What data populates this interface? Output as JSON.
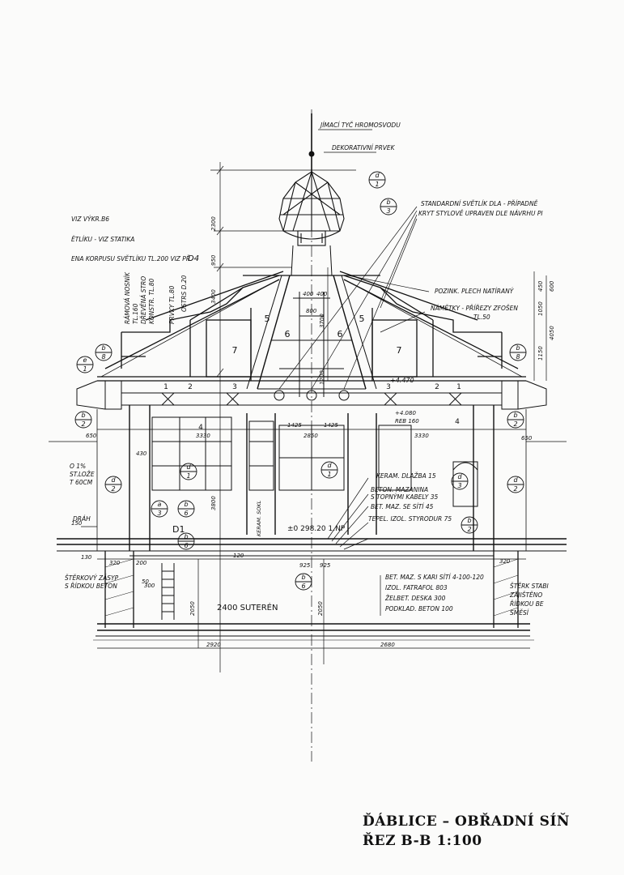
{
  "title": {
    "line1": "ĎÁBLICE – OBŘADNÍ SÍŇ",
    "line2": "ŘEZ B-B   1:100"
  },
  "left_notes": [
    "VIZ VÝKR.B6",
    "ĚTLÍKU - VIZ STATIKA",
    "ENA KORPUSU SVĚTLÍKU TL.200 VIZ PŘ.",
    "D4"
  ],
  "callouts": {
    "lightning_rod": "JÍMACÍ TYČ HROMOSVODU",
    "decorative": "DEKORATIVNÍ PRVEK",
    "skylight_1": "STANDARDNÍ SVĚTLÍK DLA - PŘÍPADNĚ",
    "skylight_2": "KRYT STYLOVĚ UPRAVEN DLE NÁVRHU PI",
    "sheet_metal": "POZINK. PLECH NATÍRANÝ",
    "rafters_1": "NÁMĚTKY - PŘÍŘEZY ZFOŠEN",
    "rafters_2": "TL.50",
    "beam_1": "RÁMOVÁ NOSNÍK",
    "beam_2": "TL.160",
    "beam_3": "DŘEVĚNÁ STRO",
    "beam_4": "KONSTR. TL.80",
    "beam_5": "PRVKY TL.80",
    "beam_6": "OSTRS D.20"
  },
  "floor_layers": [
    "KERAM. DLAŽBA 15",
    "BETON. MAZANINA",
    "S TOPNÝMI KABELY 35",
    "BET. MAZ. SE SÍTÍ 45",
    "TEPEL. IZOL. STYRODUR 75"
  ],
  "basement_layers": [
    "BET. MAZ. S KARI SÍTÍ 4-100-120",
    "IZOL. FATRAFOL 803",
    "ŽELBET. DESKA     300",
    "PODKLAD. BETON 100"
  ],
  "right_note": [
    "ŠTĚRK STABI",
    "ZAJIŠTĚNO",
    "ŘÍDKOU BE",
    "SMĚSÍ"
  ],
  "left_side_notes": [
    "ŠTĚRKOVÝ ZÁSYP",
    "S ŘÍDKOU BETON",
    "O 1%",
    "ST.LOŽE",
    "T 60CM",
    "DRÁH"
  ],
  "labels": {
    "np_level": "±0   298.20   1.NP",
    "suteren": "2400 SUTERÉN",
    "door_d1": "D1",
    "plus_level": "+4.470",
    "keram_sokl": "KERAM. SOKL"
  },
  "dimensions": {
    "d2300": "2300",
    "d950": "950",
    "d3400": "3400",
    "d3800": "3800",
    "d400a": "400",
    "d400b": "400",
    "d800": "800",
    "d3700": "3700",
    "d1200": "1200",
    "d4050": "4050",
    "d1150": "1150",
    "d600": "600",
    "d450": "450",
    "d1050": "1050",
    "d3330a": "3330",
    "d3330b": "3330",
    "d1425a": "1425",
    "d1425b": "1425",
    "d2850": "2850",
    "d650l": "650",
    "d650r": "650",
    "d430": "430",
    "d4080": "+4.080",
    "d160": "REB 160",
    "d120": "120",
    "d925a": "925",
    "d925b": "925",
    "d2050a": "2050",
    "d2050b": "2050",
    "d2920": "2920",
    "d2680": "2680",
    "d150": "150",
    "d130": "130",
    "d320a": "320",
    "d320b": "320",
    "d200": "200",
    "d300": "300",
    "d50": "50"
  },
  "markers": {
    "d1": "d",
    "n1": "1",
    "b3": "b",
    "n3": "3",
    "b8l": "b",
    "n8l": "8",
    "b8r": "b",
    "n8r": "8",
    "e1": "e",
    "ne1": "1",
    "b2l": "b",
    "n2l": "2",
    "b2r": "b",
    "n2r": "2",
    "d2l": "d",
    "n2dl": "2",
    "d2r": "d",
    "n2dr": "2",
    "d1m": "d",
    "n1m": "1",
    "d1r": "d",
    "n1r": "1",
    "b6a": "b",
    "n6a": "6",
    "b6b": "b",
    "n6b": "6",
    "b6c": "b",
    "n6c": "6",
    "a3a": "a",
    "n3a": "3",
    "d3": "d",
    "n3d": "3",
    "b2m": "b",
    "n2m": "2"
  },
  "numbers": {
    "r5l": "5",
    "r5r": "5",
    "r6l": "6",
    "r6r": "6",
    "r7l": "7",
    "r7r": "7",
    "b1": "1",
    "b2": "2",
    "b3": "3",
    "b3r": "3",
    "b2r": "2",
    "b1r": "1",
    "w4": "4",
    "w4r": "4"
  },
  "colors": {
    "ink": "#111111",
    "paper": "#fbfbfa"
  }
}
